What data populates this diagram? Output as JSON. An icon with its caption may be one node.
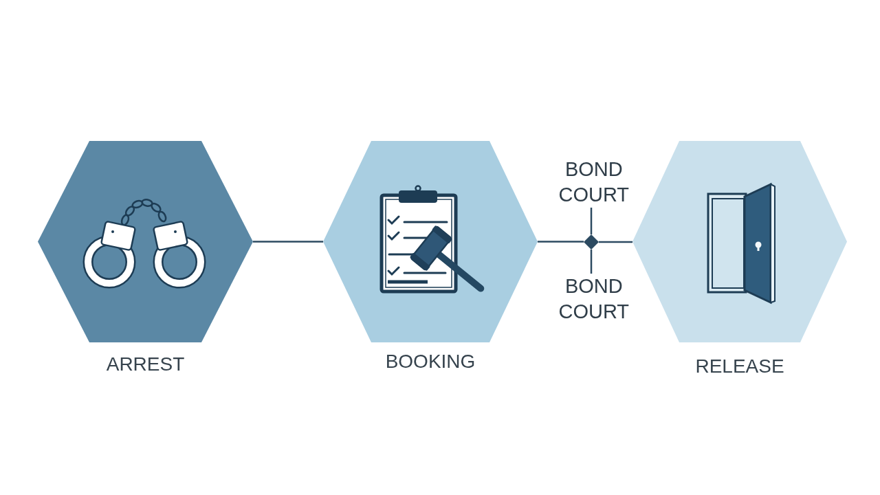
{
  "diagram": {
    "nodes": [
      {
        "text": [
          "ARREST"
        ]
      },
      {
        "text": [
          "BOOKING"
        ]
      },
      {
        "text": [
          "BOND COURT"
        ]
      },
      {
        "text": [],
        "shape": "diamond"
      },
      {
        "text": [
          "BOND COURT"
        ]
      },
      {
        "text": [
          "RELEASE"
        ]
      }
    ],
    "edges": [
      {
        "from": 0,
        "to": 1,
        "arrow": "none"
      },
      {
        "from": 1,
        "to": 3,
        "arrow": "none"
      },
      {
        "from": 3,
        "to": 5,
        "arrow": "none"
      },
      {
        "from": 3,
        "to": 2,
        "arrow": "none"
      },
      {
        "from": 3,
        "to": 4,
        "arrow": "none"
      }
    ]
  }
}
